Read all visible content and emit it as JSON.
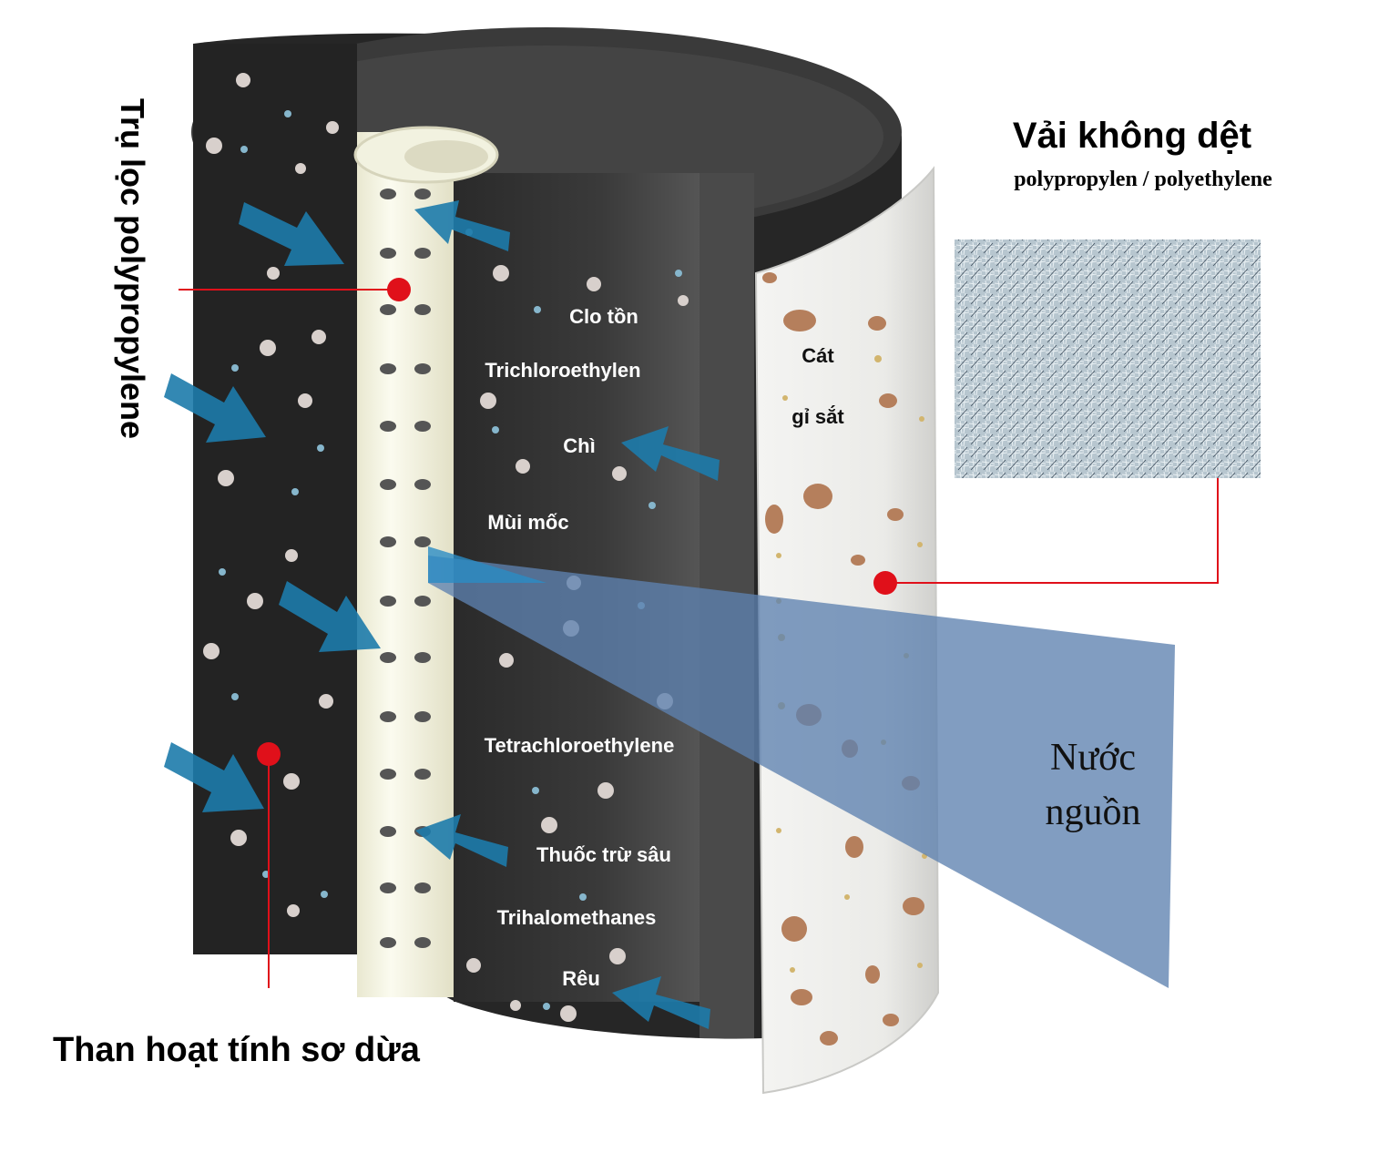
{
  "labels": {
    "pp_core": "Trụ lọc polypropylene",
    "carbon": "Than hoạt tính sơ dừa",
    "nonwoven_title": "Vải không dệt",
    "nonwoven_sub": "polypropylen / polyethylene",
    "source_water_line1": "Nước",
    "source_water_line2": "nguồn"
  },
  "contaminants_carbon": [
    "Clo tồn",
    "Trichloroethylen",
    "Chì",
    "Mùi mốc",
    "Tetrachloroethylene",
    "Thuốc trừ sâu",
    "Trihalomethanes",
    "Rêu"
  ],
  "contaminants_outer": [
    "Cát",
    "gỉ sắt"
  ],
  "colors": {
    "carbon": "#262626",
    "core": "#f6f6e6",
    "outer_layer": "#ededeb",
    "arrow": "#1d7bab",
    "water_wedge": "#5e82b0",
    "pointer": "#e0101a",
    "fabric": "#7d93a3"
  }
}
